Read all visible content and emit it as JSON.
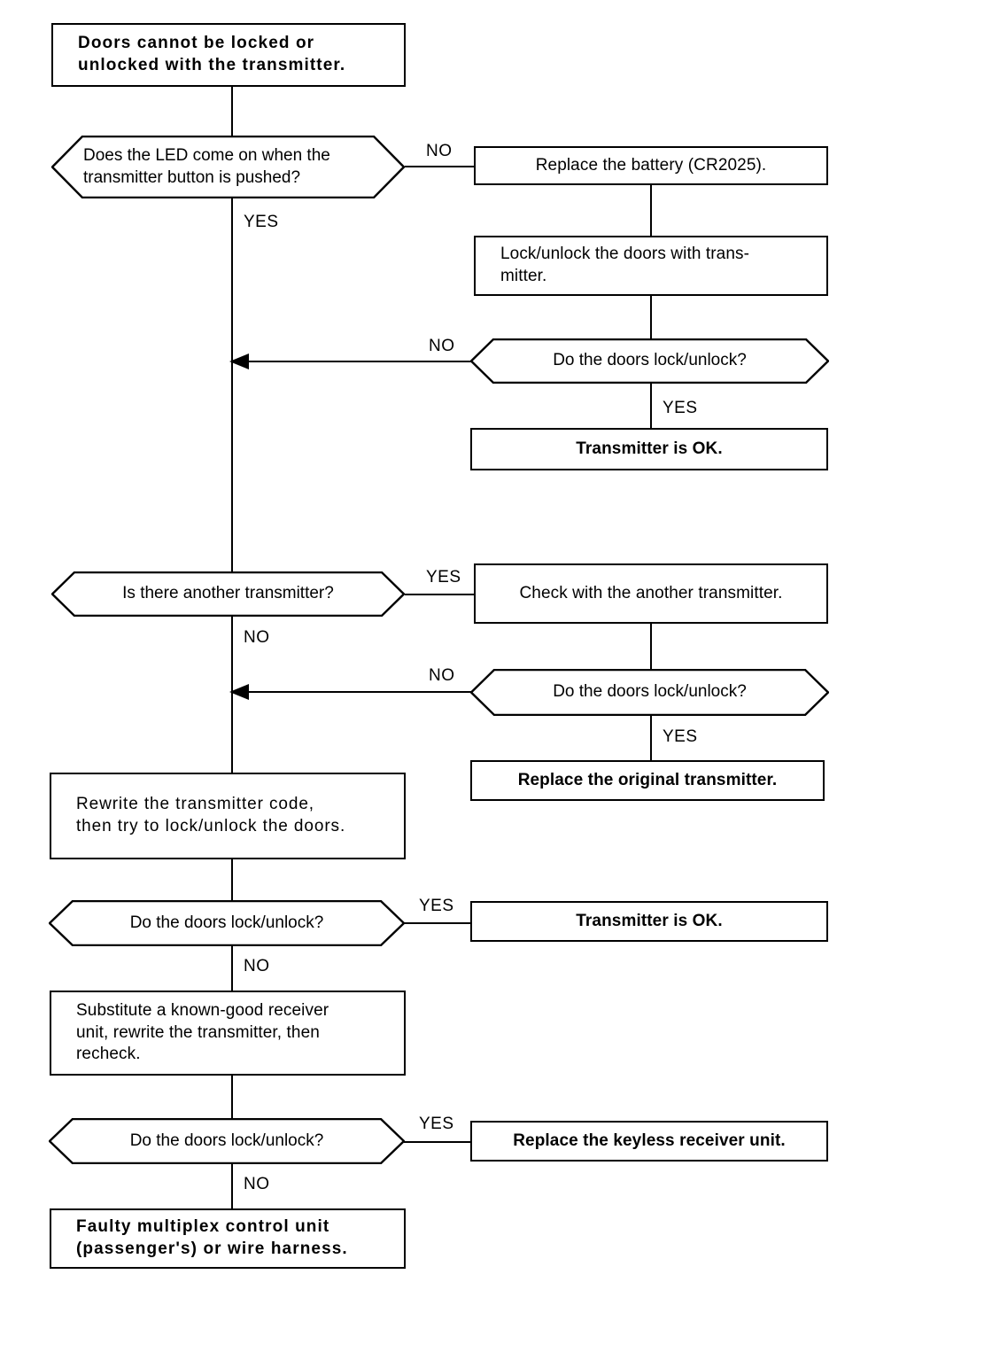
{
  "diagram": {
    "title": "Doors cannot be locked or unlocked with the transmitter.",
    "type": "troubleshooting-flowchart",
    "labels": {
      "yes": "YES",
      "no": "NO"
    },
    "nodes": {
      "start": {
        "shape": "rectangle",
        "line1": "Doors cannot be locked or",
        "line2": "unlocked with the transmitter."
      },
      "d1": {
        "shape": "hexagon",
        "line1": "Does the LED come on when the",
        "line2": "transmitter button is pushed?"
      },
      "p1": {
        "shape": "rectangle",
        "text": "Replace the battery (CR2025)."
      },
      "p2": {
        "shape": "rectangle",
        "line1": "Lock/unlock the doors with trans-",
        "line2": "mitter."
      },
      "d2": {
        "shape": "hexagon",
        "text": "Do the doors lock/unlock?"
      },
      "r1": {
        "shape": "rectangle",
        "text": "Transmitter is OK."
      },
      "d3": {
        "shape": "hexagon",
        "text": "Is there another transmitter?"
      },
      "p3": {
        "shape": "rectangle",
        "text": "Check with the another transmitter."
      },
      "d4": {
        "shape": "hexagon",
        "text": "Do the doors lock/unlock?"
      },
      "r2": {
        "shape": "rectangle",
        "text": "Replace the original transmitter."
      },
      "p4": {
        "shape": "rectangle",
        "line1": "Rewrite the transmitter code,",
        "line2": "then try to lock/unlock the doors."
      },
      "d5": {
        "shape": "hexagon",
        "text": "Do the doors lock/unlock?"
      },
      "r3": {
        "shape": "rectangle",
        "text": "Transmitter is OK."
      },
      "p5": {
        "shape": "rectangle",
        "line1": "Substitute a known-good receiver",
        "line2": "unit, rewrite the transmitter, then",
        "line3": "recheck."
      },
      "d6": {
        "shape": "hexagon",
        "text": "Do the doors lock/unlock?"
      },
      "r4": {
        "shape": "rectangle",
        "text": "Replace the keyless receiver unit."
      },
      "r5": {
        "shape": "rectangle",
        "line1": "Faulty multiplex control unit",
        "line2": "(passenger's) or wire harness."
      }
    },
    "colors": {
      "stroke": "#000000",
      "background": "#ffffff",
      "text": "#000000"
    }
  }
}
